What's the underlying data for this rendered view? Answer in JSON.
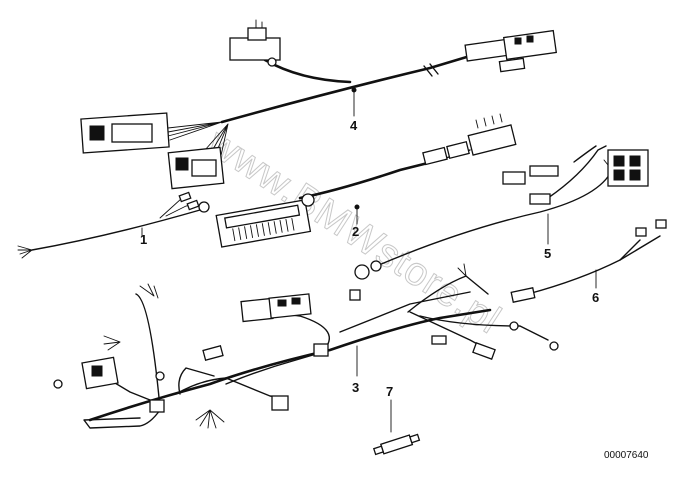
{
  "diagram": {
    "callouts": [
      "1",
      "2",
      "3",
      "4",
      "5",
      "6",
      "7"
    ],
    "doc_number": "00007640",
    "watermark": "www.BMWstore.pl"
  }
}
